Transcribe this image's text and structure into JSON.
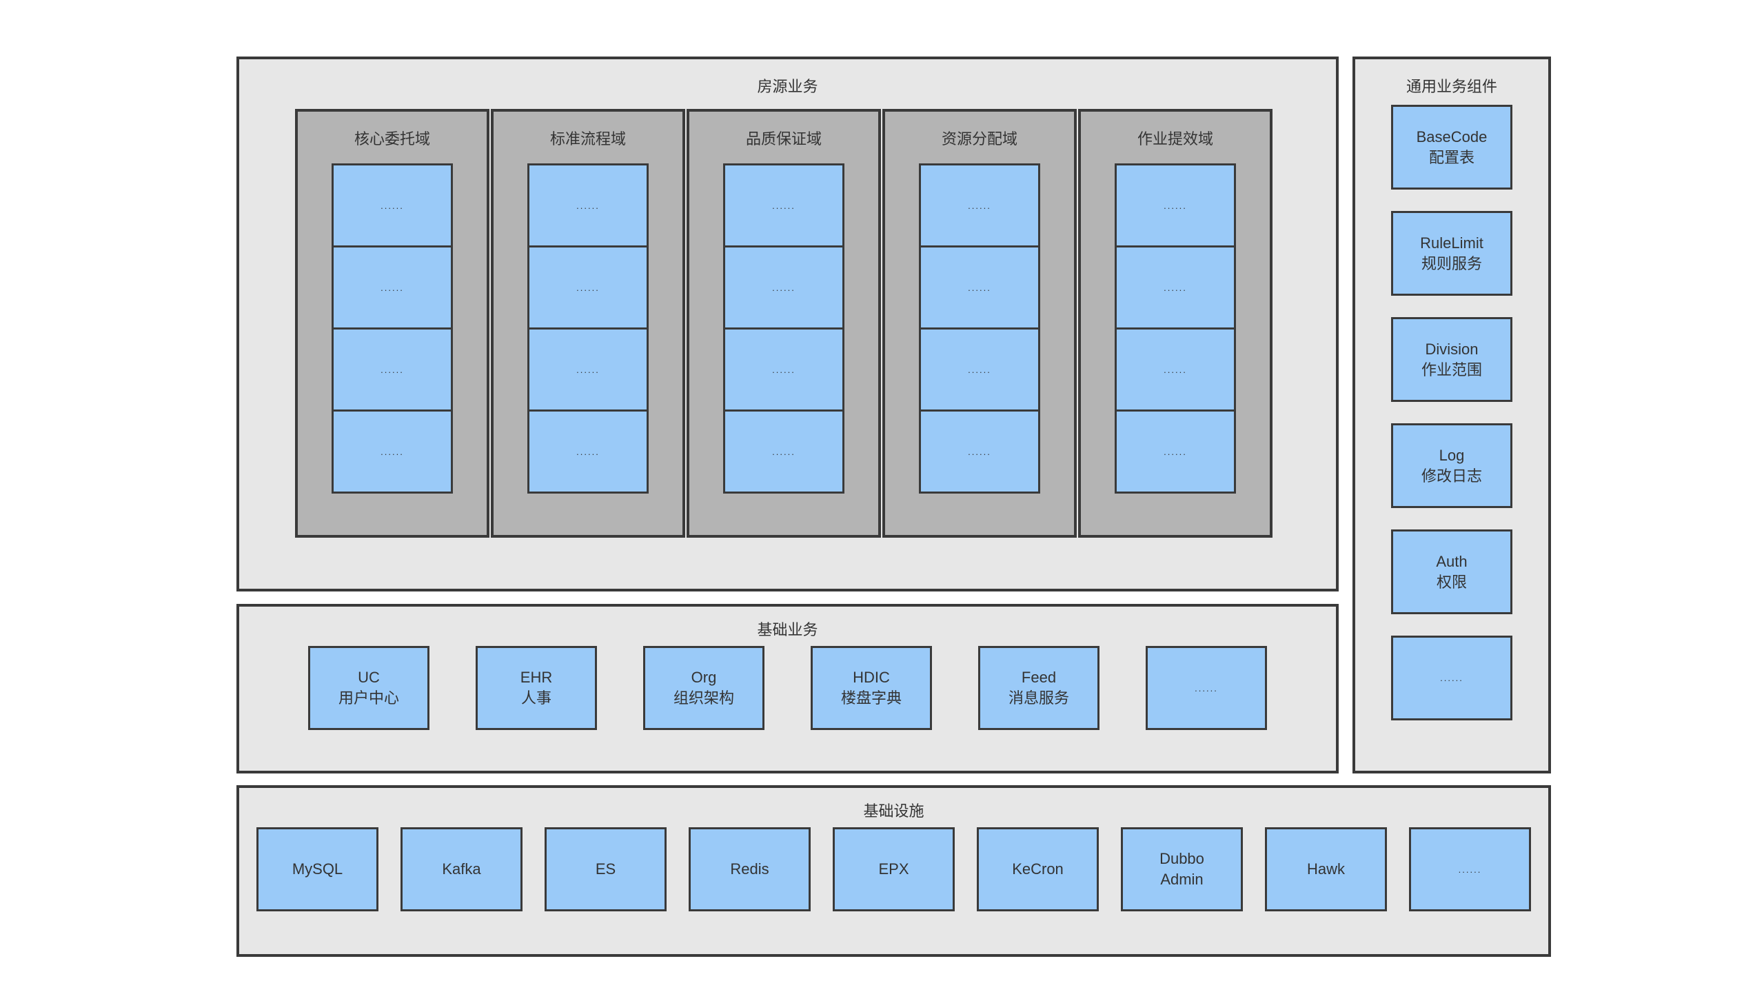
{
  "colors": {
    "page_background": "#ffffff",
    "section_background": "#e7e7e7",
    "column_background": "#b4b4b4",
    "module_box_background": "#9acaf8",
    "border": "#3a3a3a",
    "text": "#333333"
  },
  "housing": {
    "title": "房源业务",
    "columns": [
      {
        "title": "核心委托域",
        "items": [
          "......",
          "......",
          "......",
          "......"
        ]
      },
      {
        "title": "标准流程域",
        "items": [
          "......",
          "......",
          "......",
          "......"
        ]
      },
      {
        "title": "品质保证域",
        "items": [
          "......",
          "......",
          "......",
          "......"
        ]
      },
      {
        "title": "资源分配域",
        "items": [
          "......",
          "......",
          "......",
          "......"
        ]
      },
      {
        "title": "作业提效域",
        "items": [
          "......",
          "......",
          "......",
          "......"
        ]
      }
    ]
  },
  "common": {
    "title": "通用业务组件",
    "items": [
      "BaseCode\n配置表",
      "RuleLimit\n规则服务",
      "Division\n作业范围",
      "Log\n修改日志",
      "Auth\n权限",
      "......"
    ]
  },
  "base": {
    "title": "基础业务",
    "items": [
      "UC\n用户中心",
      "EHR\n人事",
      "Org\n组织架构",
      "HDIC\n楼盘字典",
      "Feed\n消息服务",
      "......"
    ]
  },
  "infra": {
    "title": "基础设施",
    "items": [
      "MySQL",
      "Kafka",
      "ES",
      "Redis",
      "EPX",
      "KeCron",
      "Dubbo\nAdmin",
      "Hawk",
      "......"
    ]
  }
}
